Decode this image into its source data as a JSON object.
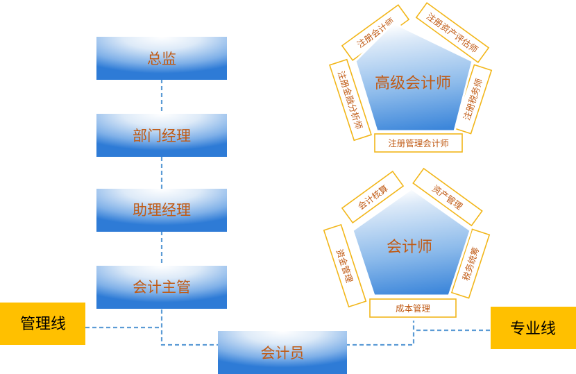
{
  "management_line": {
    "label": "管理线",
    "levels": [
      "总监",
      "部门经理",
      "助理经理",
      "会计主管"
    ]
  },
  "entry_role": {
    "label": "会计员"
  },
  "professional_line": {
    "label": "专业线"
  },
  "senior_accountant": {
    "title": "高级会计师",
    "qualifications": [
      "注册会计师",
      "注册资产评估师",
      "注册税务师",
      "注册管理会计师",
      "注册金融分析师"
    ]
  },
  "accountant": {
    "title": "会计师",
    "skills": [
      "会计核算",
      "资产管理",
      "税务统筹",
      "成本管理",
      "资金管理"
    ]
  },
  "colors": {
    "box_blue": "#2e7bd6",
    "text_orange": "#c05a14",
    "tag_yellow": "#ffc000",
    "petal_border": "#f2b619",
    "connector": "#5b9bd5"
  }
}
